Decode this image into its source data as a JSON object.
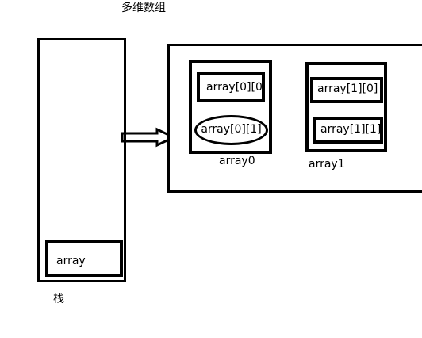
{
  "title": "多维数组",
  "stack": {
    "label": "栈",
    "variable": "array"
  },
  "heap": {
    "groups": [
      {
        "label": "array0",
        "cells": [
          "array[0][0",
          "array[0][1]"
        ]
      },
      {
        "label": "array1",
        "cells": [
          "array[1][0]",
          "array[1][1]"
        ]
      }
    ]
  }
}
